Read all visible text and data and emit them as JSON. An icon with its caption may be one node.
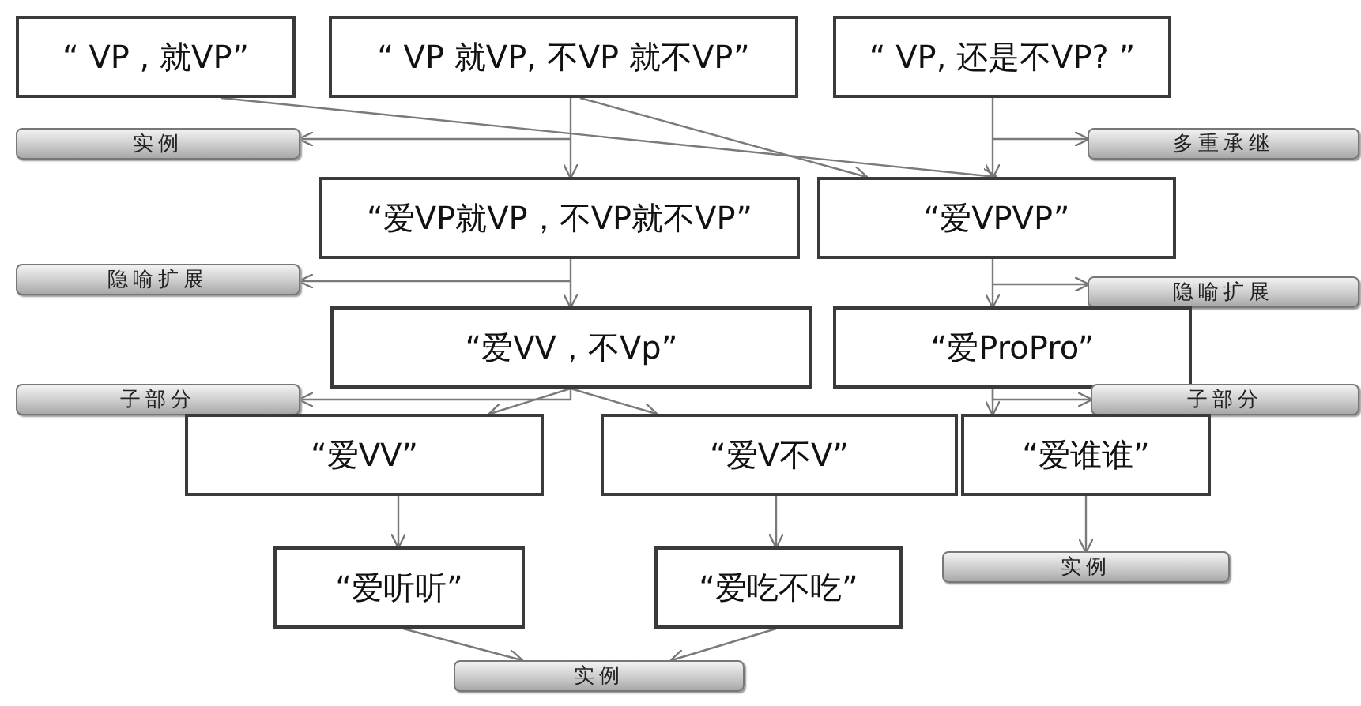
{
  "diagram": {
    "nodes": [
      {
        "text": [
          "“ VP , 就VP”"
        ]
      },
      {
        "text": [
          "“ VP 就VP, 不VP 就不VP”"
        ]
      },
      {
        "text": [
          "“ VP, 还是不VP? ”"
        ]
      },
      {
        "text": [
          "实例"
        ]
      },
      {
        "text": [
          "多重承继"
        ]
      },
      {
        "text": [
          "“爱VP就VP，不VP就不VP”"
        ]
      },
      {
        "text": [
          "“爱VPVP”"
        ]
      },
      {
        "text": [
          "隐喻扩展"
        ]
      },
      {
        "text": [
          "隐喻扩展"
        ]
      },
      {
        "text": [
          "“爱VV，不Vp”"
        ]
      },
      {
        "text": [
          "“爱ProPro”"
        ]
      },
      {
        "text": [
          "子部分"
        ]
      },
      {
        "text": [
          "子部分"
        ]
      },
      {
        "text": [
          "“爱VV”"
        ]
      },
      {
        "text": [
          "“爱V不V”"
        ]
      },
      {
        "text": [
          "“爱谁谁”"
        ]
      },
      {
        "text": [
          "“爱听听”"
        ]
      },
      {
        "text": [
          "“爱吃不吃”"
        ]
      },
      {
        "text": [
          "实例"
        ]
      },
      {
        "text": [
          "实例"
        ]
      }
    ],
    "edges": [
      {
        "from": 0,
        "to": 6,
        "arrow": "to"
      },
      {
        "from": 1,
        "to": 6,
        "arrow": "to"
      },
      {
        "from": 1,
        "to": 5,
        "arrow": "to"
      },
      {
        "from": 2,
        "to": 6,
        "arrow": "to"
      },
      {
        "from": null,
        "to": 3,
        "arrow": "to"
      },
      {
        "from": null,
        "to": 4,
        "arrow": "to"
      },
      {
        "from": 5,
        "to": 9,
        "arrow": "to"
      },
      {
        "from": 6,
        "to": 10,
        "arrow": "to"
      },
      {
        "from": null,
        "to": 7,
        "arrow": "to"
      },
      {
        "from": null,
        "to": 8,
        "arrow": "to"
      },
      {
        "from": 9,
        "to": 13,
        "arrow": "to"
      },
      {
        "from": 9,
        "to": 14,
        "arrow": "to"
      },
      {
        "from": 9,
        "to": 11,
        "arrow": "to"
      },
      {
        "from": 10,
        "to": 15,
        "arrow": "to"
      },
      {
        "from": 10,
        "to": 12,
        "arrow": "to"
      },
      {
        "from": 13,
        "to": 16,
        "arrow": "to"
      },
      {
        "from": 14,
        "to": 17,
        "arrow": "to"
      },
      {
        "from": 15,
        "to": 18,
        "arrow": "to"
      },
      {
        "from": 16,
        "to": 19,
        "arrow": "to"
      },
      {
        "from": 17,
        "to": 19,
        "arrow": "to"
      }
    ]
  }
}
